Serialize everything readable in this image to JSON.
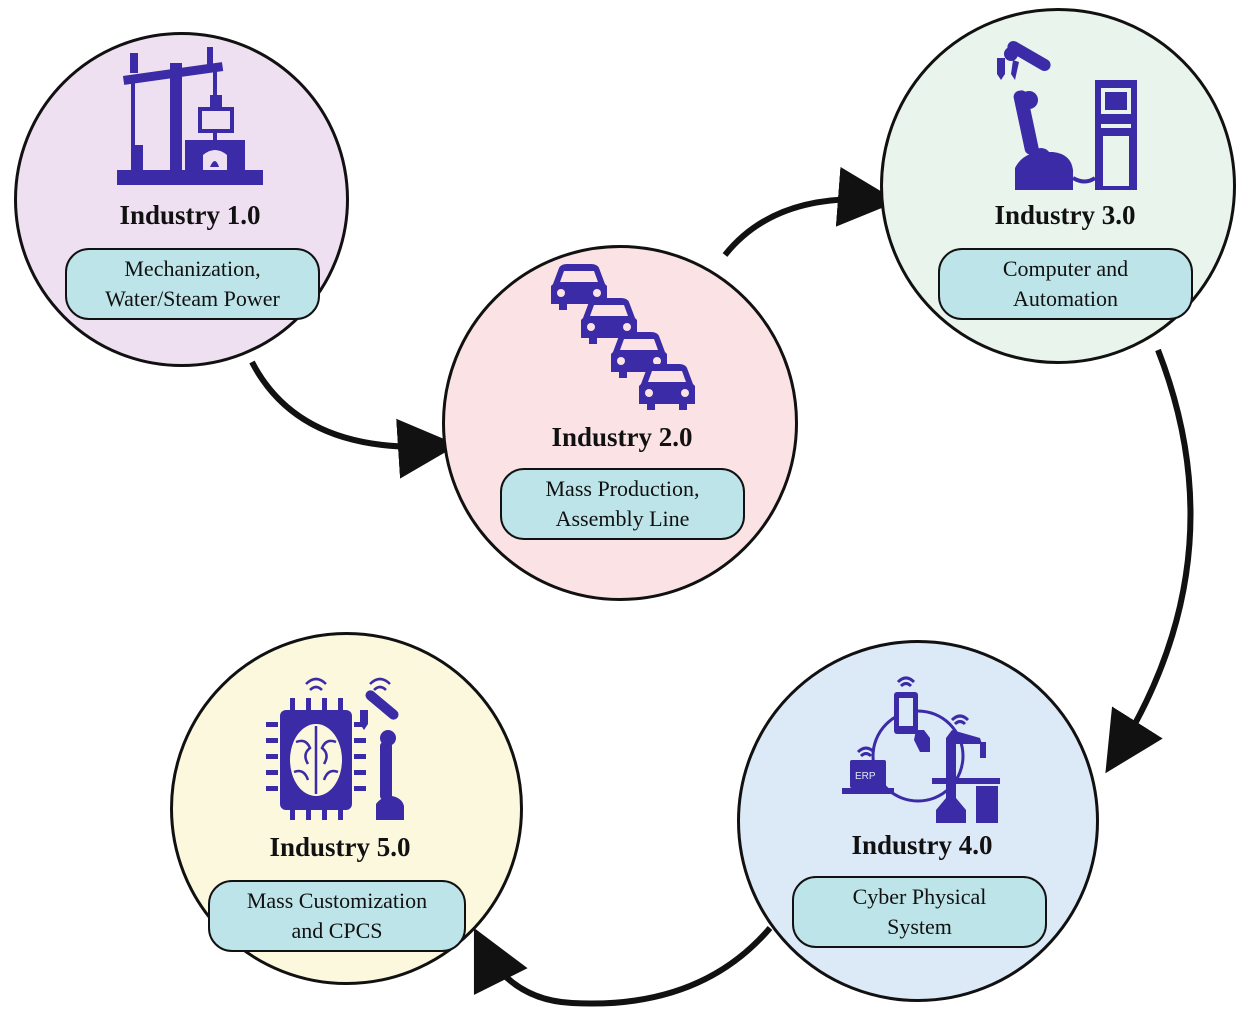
{
  "colors": {
    "icon": "#3b2ba6",
    "arrow": "#111111",
    "pill": "#bde4e9",
    "stage1": "#efe0f1",
    "stage2": "#fbe3e5",
    "stage3": "#e9f5ec",
    "stage4": "#dce9f7",
    "stage5": "#fbf8de"
  },
  "stages": [
    {
      "title": "Industry 1.0",
      "line1": "Mechanization,",
      "line2": "Water/Steam Power",
      "icon": "steam-pump-icon"
    },
    {
      "title": "Industry 2.0",
      "line1": "Mass Production,",
      "line2": "Assembly Line",
      "icon": "cars-assembly-icon"
    },
    {
      "title": "Industry 3.0",
      "line1": "Computer and",
      "line2": "Automation",
      "icon": "robot-arm-computer-icon"
    },
    {
      "title": "Industry 4.0",
      "line1": "Cyber Physical",
      "line2": "System",
      "icon": "cyber-physical-icon"
    },
    {
      "title": "Industry 5.0",
      "line1": "Mass Customization",
      "line2": "and CPCS",
      "icon": "ai-chip-robot-icon"
    }
  ]
}
